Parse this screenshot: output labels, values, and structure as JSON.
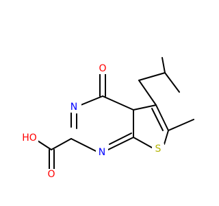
{
  "molecule": {
    "atoms": {
      "oxo_O": "O",
      "ring_N_top": "N",
      "ring_N_bottom": "N",
      "thio_S": "S",
      "carbonyl_O": "O",
      "hydroxyl": "HO"
    },
    "colors": {
      "oxygen": "#ff0000",
      "nitrogen": "#0000ff",
      "sulfur": "#b3b300",
      "bond": "#000000"
    }
  }
}
